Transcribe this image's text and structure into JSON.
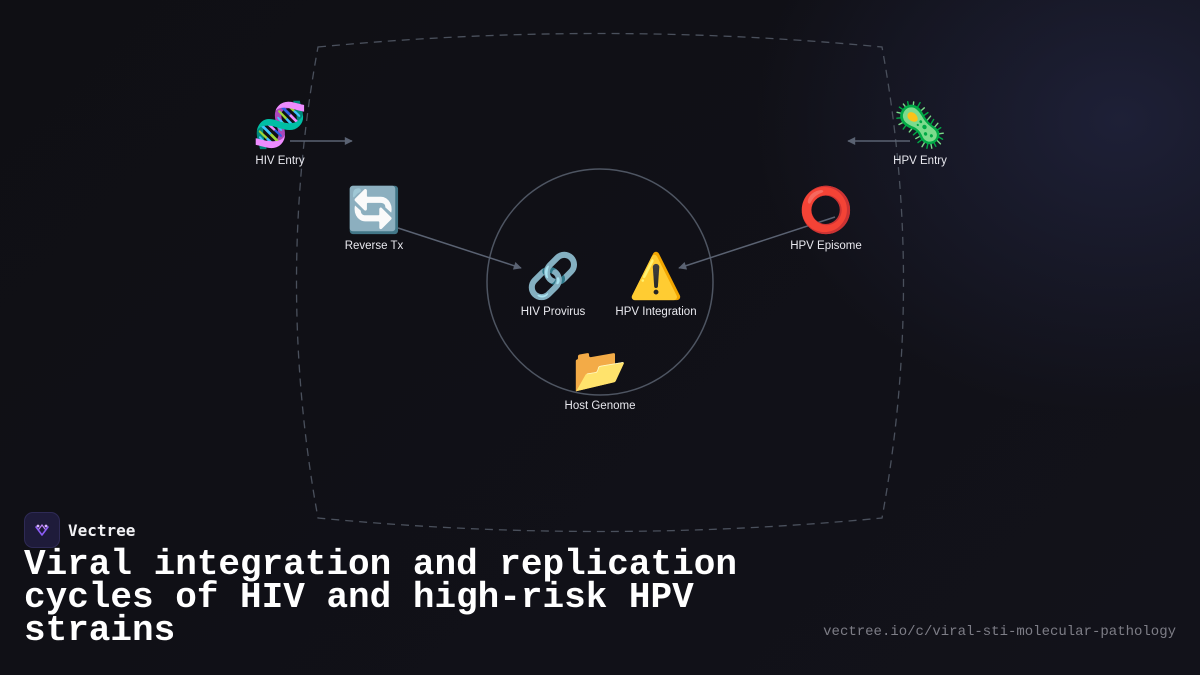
{
  "diagram": {
    "nodes": [
      {
        "id": "hiv-entry",
        "label": "HIV Entry",
        "icon": "dna-icon",
        "glyph": "🧬",
        "color": "#b455d8"
      },
      {
        "id": "hpv-entry",
        "label": "HPV Entry",
        "icon": "microbe-icon",
        "glyph": "🦠",
        "color": "#3fbf4a"
      },
      {
        "id": "reverse-tx",
        "label": "Reverse Tx",
        "icon": "cycle-arrows-icon",
        "glyph": "🔄",
        "color": "#3d8fe0"
      },
      {
        "id": "hpv-episome",
        "label": "HPV Episome",
        "icon": "ring-icon",
        "glyph": "⭕",
        "color": "#e03030"
      },
      {
        "id": "hiv-provirus",
        "label": "HIV Provirus",
        "icon": "link-icon",
        "glyph": "🔗",
        "color": "#6aa4e8"
      },
      {
        "id": "hpv-integration",
        "label": "HPV Integration",
        "icon": "warning-icon",
        "glyph": "⚠️",
        "color": "#f2c21b"
      },
      {
        "id": "host-genome",
        "label": "Host Genome",
        "icon": "open-folder-icon",
        "glyph": "📂",
        "color": "#f2b632"
      }
    ],
    "edges": [
      {
        "from": "hiv-entry",
        "to": "reverse-tx"
      },
      {
        "from": "hpv-entry",
        "to": "hpv-episome"
      },
      {
        "from": "reverse-tx",
        "to": "hiv-provirus"
      },
      {
        "from": "hpv-episome",
        "to": "hpv-integration"
      }
    ]
  },
  "brand": {
    "name": "Vectree",
    "logo_icon": "vectree-logo-icon",
    "accent": "#8b5cf6"
  },
  "title": "Viral integration and replication cycles of HIV and high-risk HPV strains",
  "url": "vectree.io/c/viral-sti-molecular-pathology",
  "colors": {
    "background": "#0f0f14",
    "edge": "#5a6272",
    "boundary": "#4a505c",
    "text": "#ffffff"
  }
}
